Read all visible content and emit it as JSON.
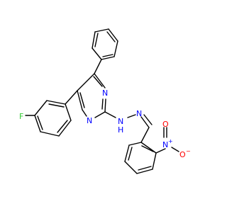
{
  "atom_labels": {
    "fluorine": "F",
    "pyrimidine_n_upper": "N",
    "pyrimidine_n_lower": "N",
    "hydrazone_nh": "N",
    "hydrazone_nh_h": "H",
    "hydrazone_n2": "N",
    "nitro_n": "N",
    "nitro_n_charge": "+",
    "nitro_o_upper": "O",
    "nitro_o_right": "O",
    "nitro_o_charge": "−"
  },
  "colors": {
    "bond": "#000000",
    "nitrogen": "#0000FF",
    "oxygen": "#FF0000",
    "fluorine": "#33CC33",
    "background": "#FFFFFF"
  }
}
